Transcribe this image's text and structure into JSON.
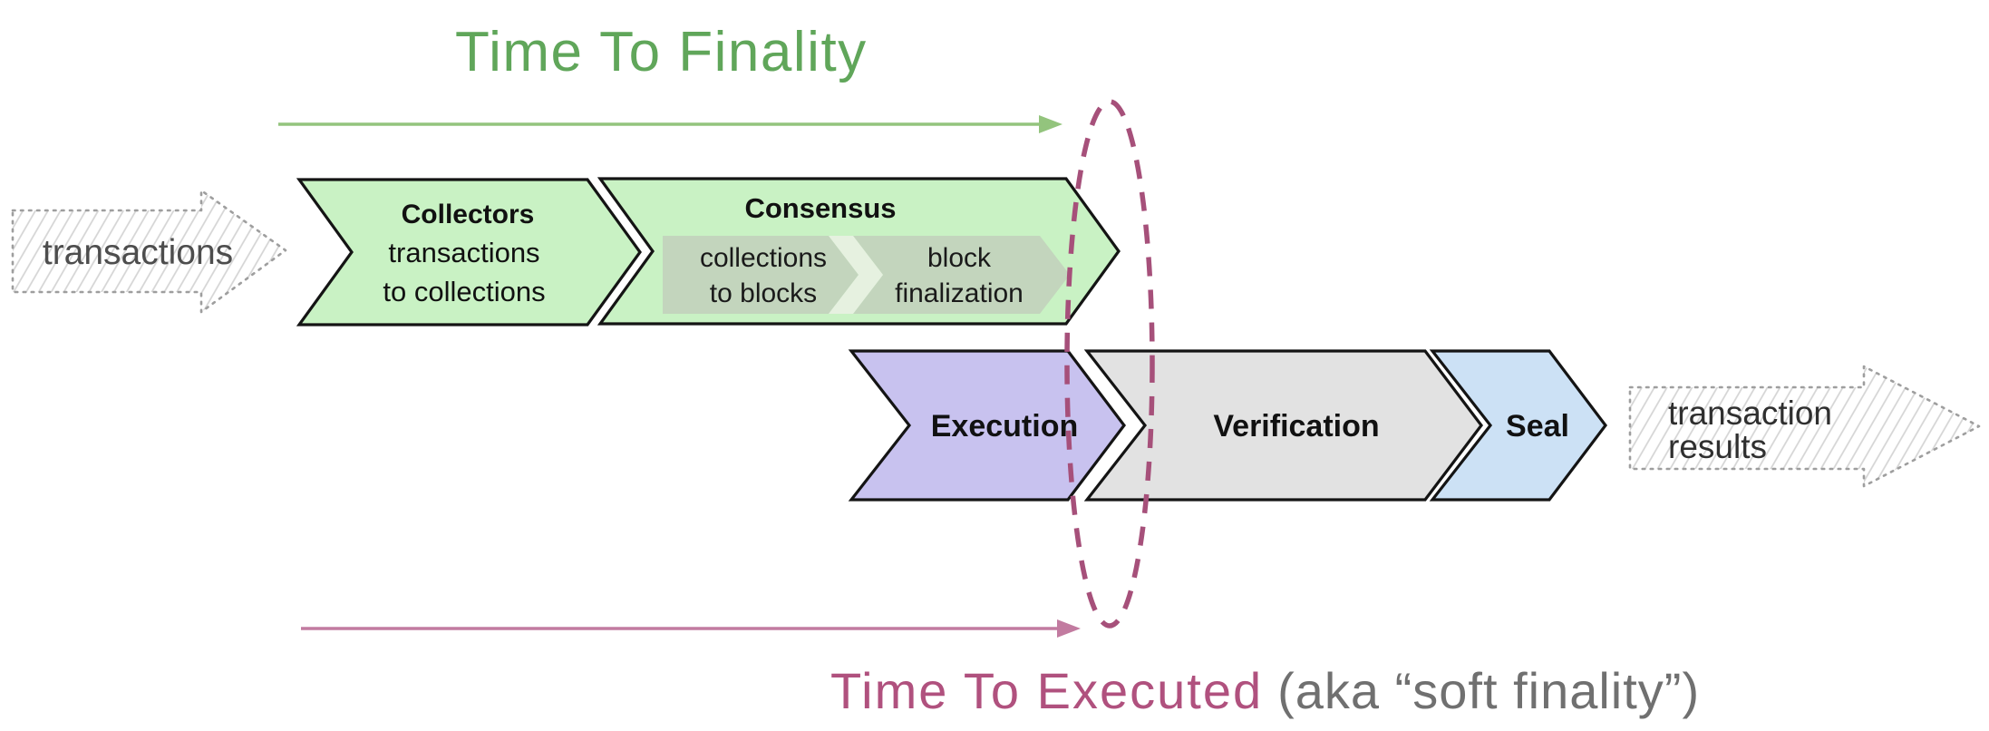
{
  "header": {
    "title": "Time To Finality"
  },
  "footer": {
    "title": "Time To Executed",
    "note": "(aka “soft finality”)"
  },
  "input_arrow": {
    "label": "transactions"
  },
  "output_arrow": {
    "line1": "transaction",
    "line2": "results"
  },
  "stages": {
    "collectors": {
      "title": "Collectors",
      "desc_line1": "transactions",
      "desc_line2": "to collections"
    },
    "consensus": {
      "title": "Consensus",
      "substep1": {
        "line1": "collections",
        "line2": "to blocks"
      },
      "substep2": {
        "line1": "block",
        "line2": "finalization"
      }
    },
    "execution": {
      "title": "Execution"
    },
    "verification": {
      "title": "Verification"
    },
    "seal": {
      "title": "Seal"
    }
  },
  "colors": {
    "title_green": "#60a65a",
    "timeline_green": "#93c47d",
    "stage_green_fill": "#c9f2c4",
    "substep_fill": "#c3d5bd",
    "substep_gap_fill": "#e6f1e0",
    "execution_fill": "#c8c2ef",
    "verification_fill": "#e2e2e2",
    "seal_fill": "#cce1f5",
    "executed_rose": "#b0517e",
    "timeline_pink": "#c27ba0",
    "ellipse_rose": "#a6507a",
    "note_gray": "#707070",
    "outline_black": "#141414",
    "sketch_border_gray": "#9e9e9e",
    "input_text_gray": "#4d4d4d",
    "output_text_dark": "#2f2f2f"
  }
}
